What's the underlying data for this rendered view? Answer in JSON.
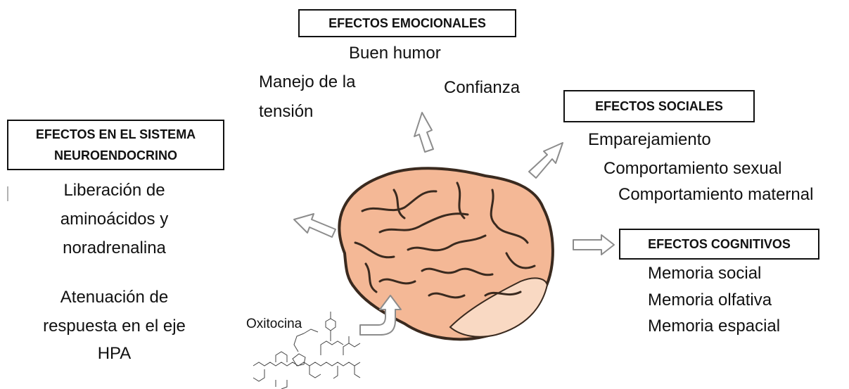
{
  "emotional": {
    "title": "EFECTOS EMOCIONALES",
    "items": [
      "Buen humor",
      "Manejo de la",
      "tensión",
      "Confianza"
    ]
  },
  "social": {
    "title": "EFECTOS SOCIALES",
    "items": [
      "Emparejamiento",
      "Comportamiento sexual",
      "Comportamiento maternal"
    ]
  },
  "neuro": {
    "title_line1": "EFECTOS EN EL SISTEMA",
    "title_line2": "NEUROENDOCRINO",
    "items": [
      "Liberación de",
      "aminoácidos y",
      "noradrenalina",
      "Atenuación de",
      "respuesta en el eje",
      "HPA"
    ]
  },
  "cognitive": {
    "title": "EFECTOS COGNITIVOS",
    "items": [
      "Memoria social",
      "Memoria olfativa",
      "Memoria espacial"
    ]
  },
  "molecule": {
    "label": "Oxitocina"
  },
  "colors": {
    "brain_fill": "#f4b896",
    "brain_light": "#f9d9c3",
    "brain_stroke": "#3a2a1f",
    "arrow_stroke": "#8c8c8c"
  }
}
